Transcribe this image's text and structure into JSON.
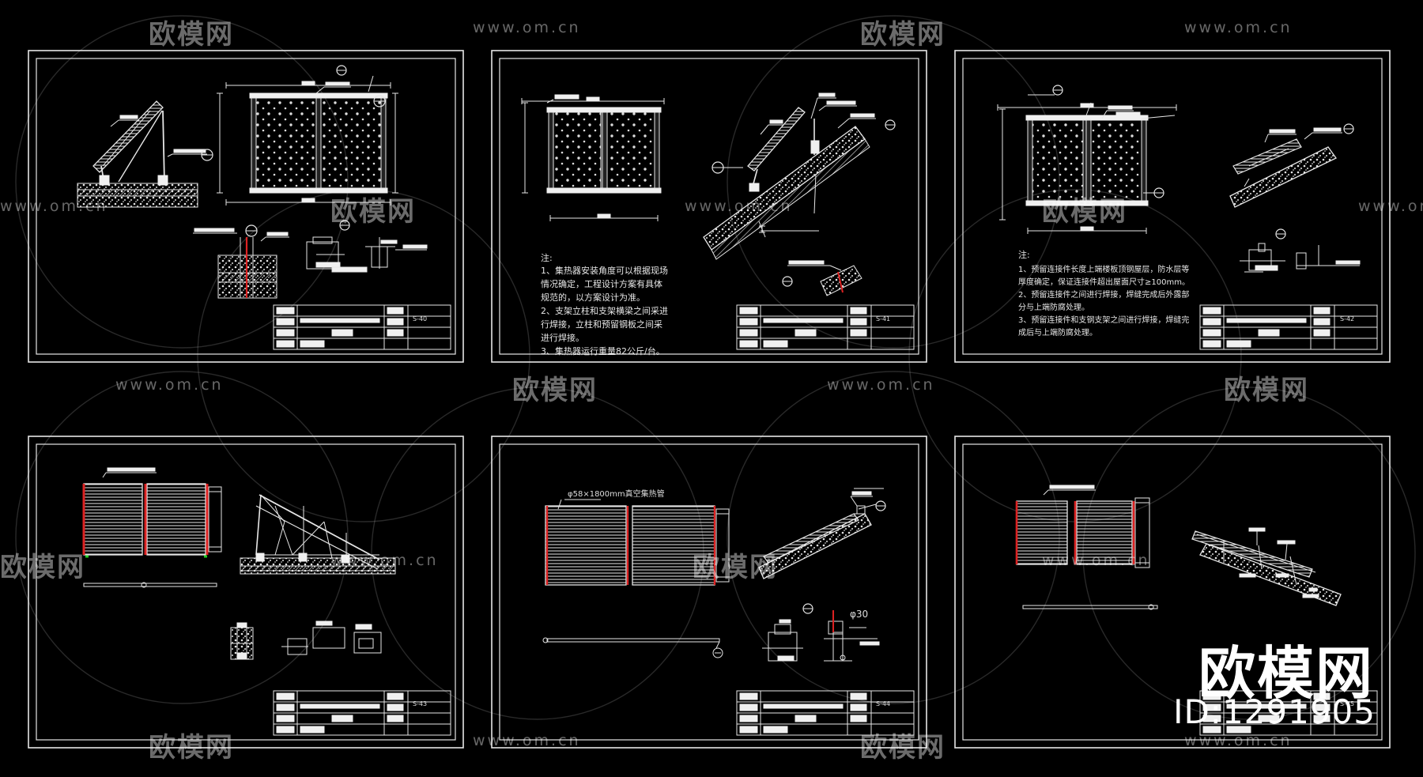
{
  "watermark": {
    "brand": "欧模网",
    "url": "www.om.cn",
    "id_label": "ID:1291905"
  },
  "sheets": [
    {
      "id": "sheet-1",
      "sheet_no": "S-40"
    },
    {
      "id": "sheet-2",
      "sheet_no": "S-41",
      "notes_title": "注:",
      "notes": "1、集热器安装角度可以根据现场\n情况确定，工程设计方案有具体\n规范的，以方案设计为准。\n2、支架立柱和支架横梁之间采进\n行焊接，立柱和预留钢板之间采\n进行焊接。\n3、集热器运行重量82公斤/台。"
    },
    {
      "id": "sheet-3",
      "sheet_no": "S-42",
      "notes_title": "注:",
      "notes": "1、预留连接件长度上端楼板顶钢屋层，防水层等\n厚度确定，保证连接件超出屋面尺寸≥100mm。\n2、预留连接件之间进行焊接，焊缝完成后外露部\n分与上端防腐处理。\n3、预留连接件和支钢支架之间进行焊接，焊缝完\n成后与上端防腐处理。"
    },
    {
      "id": "sheet-4",
      "sheet_no": "S-43"
    },
    {
      "id": "sheet-5",
      "sheet_no": "S-44",
      "tube_label": "φ58×1800mm真空集热管",
      "pipe_label": "φ30"
    },
    {
      "id": "sheet-6",
      "sheet_no": "S-45"
    }
  ]
}
